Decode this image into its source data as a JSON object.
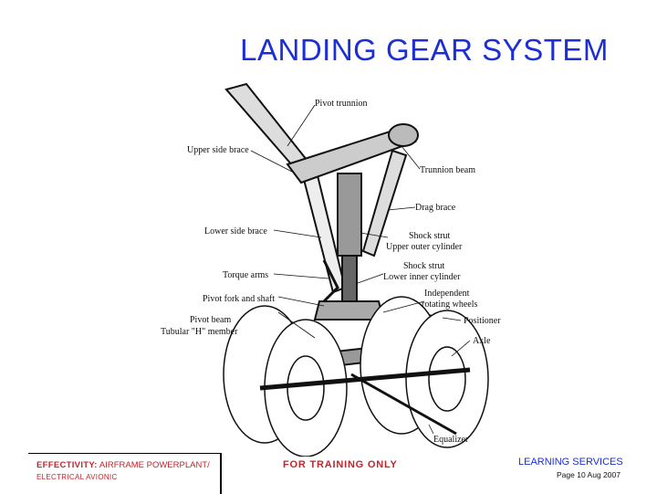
{
  "slide": {
    "title": "LANDING GEAR SYSTEM"
  },
  "diagram": {
    "labels": {
      "pivot_trunnion": "Pivot trunnion",
      "upper_side_brace": "Upper side brace",
      "trunnion_beam": "Trunnion beam",
      "drag_brace": "Drag brace",
      "lower_side_brace": "Lower side brace",
      "shock_strut_upper_1": "Shock strut",
      "shock_strut_upper_2": "Upper outer cylinder",
      "shock_strut_lower_1": "Shock strut",
      "shock_strut_lower_2": "Lower inner cylinder",
      "torque_arms": "Torque arms",
      "pivot_fork": "Pivot fork and shaft",
      "independent_1": "Independent",
      "independent_2": "rotating wheels",
      "positioner": "Positioner",
      "pivot_beam": "Pivot beam",
      "tubular_h": "Tubular \"H\" member",
      "axle": "Axle",
      "equalizer": "Equalizer"
    }
  },
  "footer": {
    "effectivity_label": "EFFECTIVITY:",
    "effectivity_value_line1": "AIRFRAME POWERPLANT/",
    "effectivity_value_line2": "ELECTRICAL AVIONIC",
    "training": "FOR TRAINING ONLY",
    "learning": "LEARNING SERVICES",
    "page_info": "Page 10 Aug 2007"
  }
}
